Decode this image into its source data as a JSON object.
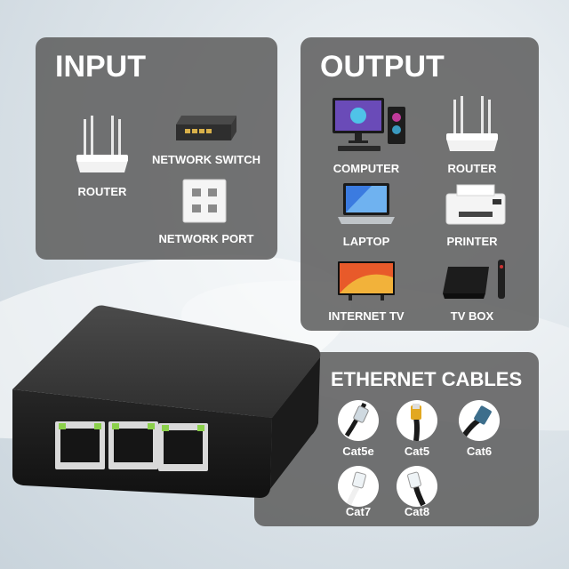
{
  "input": {
    "title": "INPUT",
    "items": [
      {
        "label": "ROUTER",
        "icon": "router-icon"
      },
      {
        "label": "NETWORK SWITCH",
        "icon": "network-switch-icon"
      },
      {
        "label": "NETWORK PORT",
        "icon": "network-port-icon"
      }
    ]
  },
  "output": {
    "title": "OUTPUT",
    "items": [
      {
        "label": "COMPUTER",
        "icon": "computer-icon"
      },
      {
        "label": "ROUTER",
        "icon": "router-icon"
      },
      {
        "label": "LAPTOP",
        "icon": "laptop-icon"
      },
      {
        "label": "PRINTER",
        "icon": "printer-icon"
      },
      {
        "label": "INTERNET TV",
        "icon": "tv-icon"
      },
      {
        "label": "TV BOX",
        "icon": "tv-box-icon"
      }
    ]
  },
  "cables": {
    "title": "ETHERNET CABLES",
    "items": [
      {
        "label": "Cat5e"
      },
      {
        "label": "Cat5"
      },
      {
        "label": "Cat6"
      },
      {
        "label": "Cat7"
      },
      {
        "label": "Cat8"
      }
    ]
  },
  "colors": {
    "panel": "#606060",
    "port_led": "#8bd04a",
    "device_body": "#2b2b2b"
  }
}
